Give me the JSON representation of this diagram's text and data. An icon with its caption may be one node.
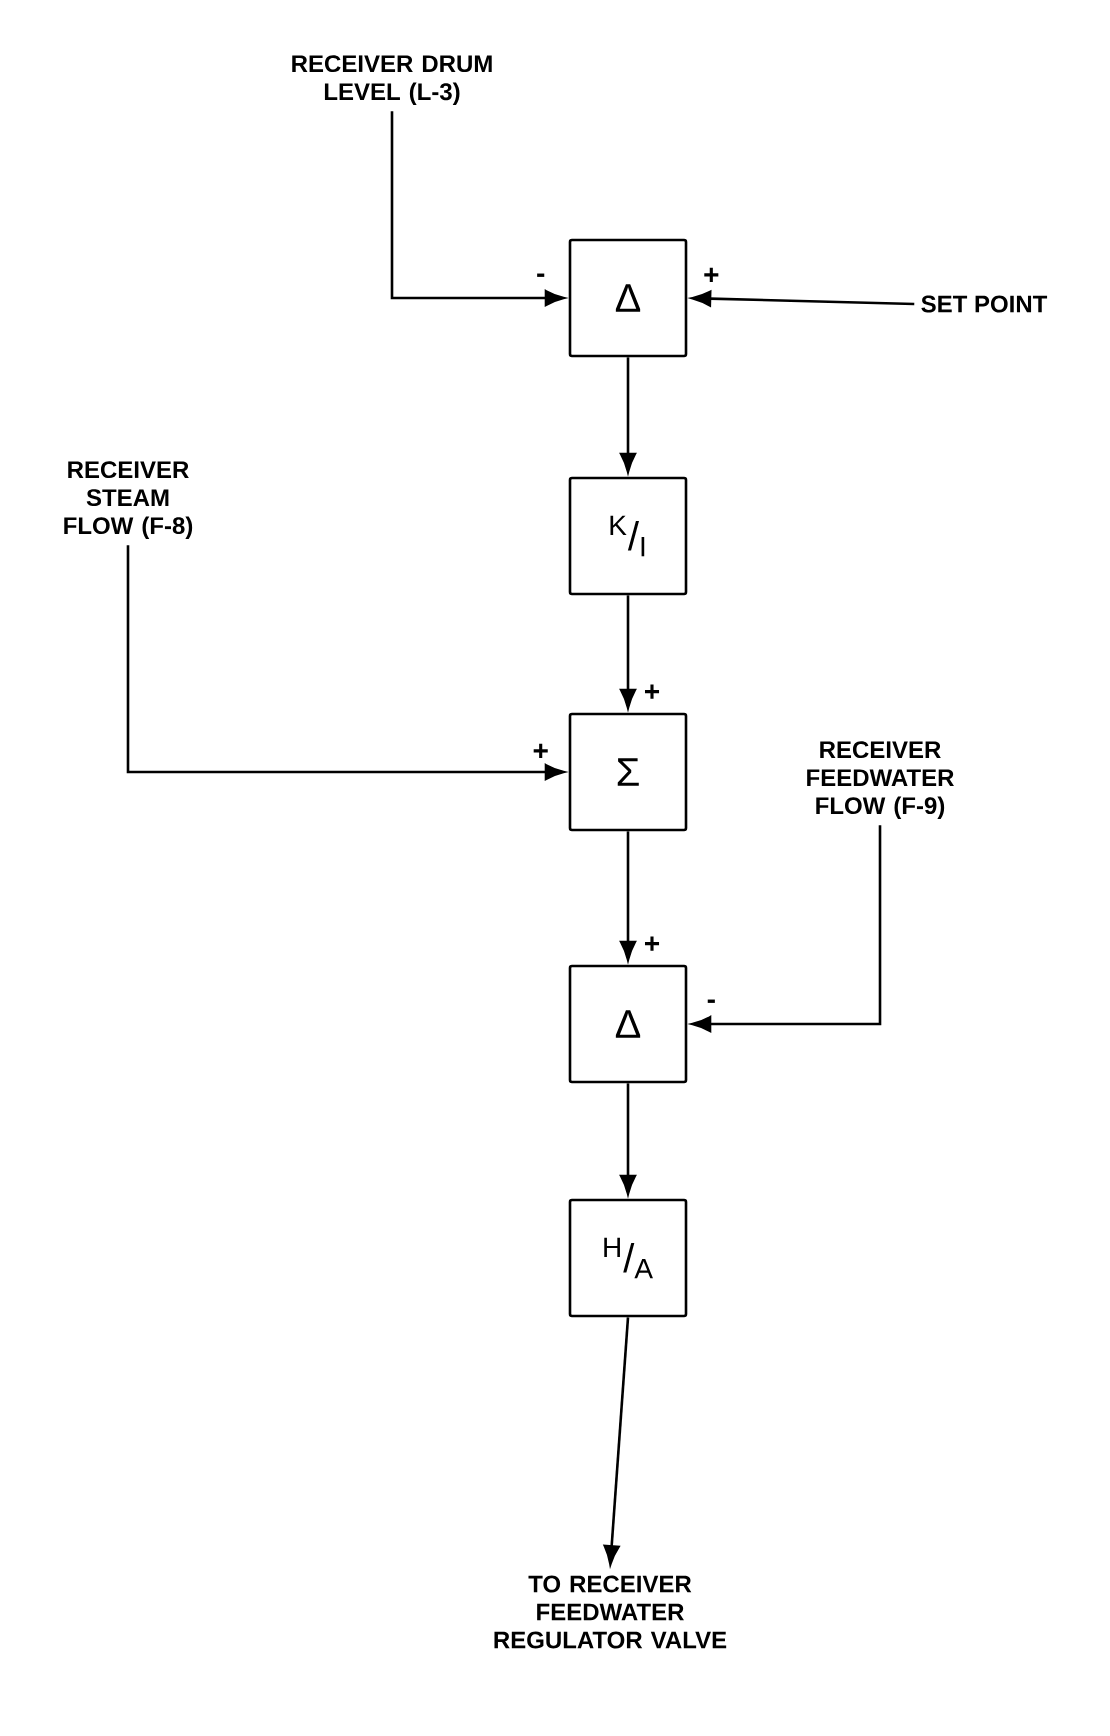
{
  "diagram": {
    "nodes": [
      {
        "text": [
          "RECEIVER DRUM LEVEL (L-3)"
        ]
      },
      {
        "text": [
          "Δ"
        ]
      },
      {
        "text": [
          "SET POINT"
        ]
      },
      {
        "text": [
          "$^{K}$/$_{I}$"
        ]
      },
      {
        "text": [
          "RECEIVER STEAM FLOW (F-8)"
        ]
      },
      {
        "text": [
          "Σ"
        ]
      },
      {
        "text": [
          "RECEIVER FEEDWATER FLOW (F-9)"
        ]
      },
      {
        "text": [
          "Δ"
        ]
      },
      {
        "text": [
          "$^{H}$/$_{A}$"
        ]
      },
      {
        "text": [
          "TO RECEIVER FEEDWATER REGULATOR VALVE"
        ]
      }
    ],
    "edges": [
      {
        "from": 0,
        "to": 1,
        "arrow": "to",
        "label": "-"
      },
      {
        "from": 2,
        "to": 1,
        "arrow": "to",
        "label": "+"
      },
      {
        "from": 1,
        "to": 3,
        "arrow": "to"
      },
      {
        "from": 3,
        "to": 5,
        "arrow": "to",
        "label": "+"
      },
      {
        "from": 4,
        "to": 5,
        "arrow": "to",
        "label": "+"
      },
      {
        "from": 5,
        "to": 7,
        "arrow": "to",
        "label": "+"
      },
      {
        "from": 6,
        "to": 7,
        "arrow": "to",
        "label": "-"
      },
      {
        "from": 7,
        "to": 8,
        "arrow": "to"
      },
      {
        "from": 8,
        "to": 9,
        "arrow": "to"
      }
    ]
  }
}
